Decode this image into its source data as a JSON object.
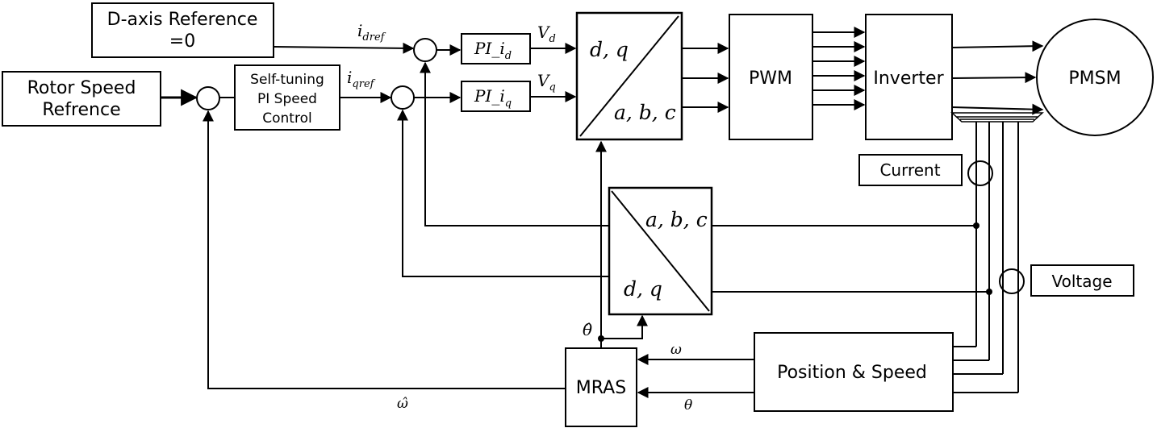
{
  "blocks": {
    "d_axis_ref": {
      "line1": "D-axis Reference",
      "line2": "=0"
    },
    "rotor_speed_ref": {
      "line1": "Rotor Speed",
      "line2": "Refrence"
    },
    "self_tuning": {
      "line1": "Self-tuning",
      "line2": "PI Speed",
      "line3": "Control"
    },
    "pi_id": {
      "main": "PI_i",
      "sub": "d"
    },
    "pi_iq": {
      "main": "PI_i",
      "sub": "q"
    },
    "dq_abc_top": {
      "top": "d, q",
      "bottom": "a, b, c"
    },
    "abc_dq_bottom": {
      "top": "a, b, c",
      "bottom": "d, q"
    },
    "pwm": "PWM",
    "inverter": "Inverter",
    "pmsm": "PMSM",
    "current": "Current",
    "voltage": "Voltage",
    "position_speed": "Position & Speed",
    "mras": "MRAS"
  },
  "signals": {
    "i_dref": {
      "main": "i",
      "sub": "dref"
    },
    "i_qref": {
      "main": "i",
      "sub": "qref"
    },
    "v_d": {
      "main": "V",
      "sub": "d"
    },
    "v_q": {
      "main": "V",
      "sub": "q"
    },
    "theta_hat": "θ̂",
    "omega": "ω",
    "theta": "θ",
    "omega_hat": "ω̂"
  }
}
